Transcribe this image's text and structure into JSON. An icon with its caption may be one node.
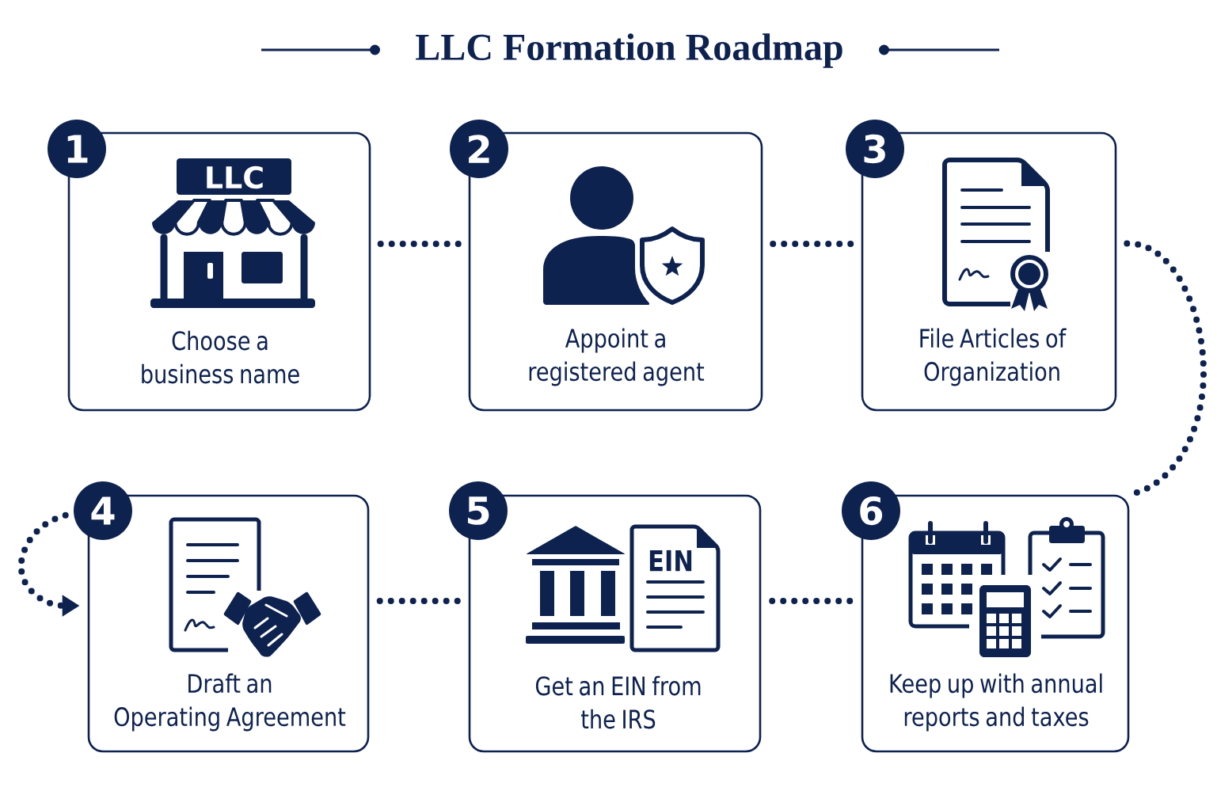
{
  "diagram": {
    "title": "LLC Formation Roadmap",
    "nodes": [
      {
        "text": [
          "1",
          "LLC",
          "Choose a business name"
        ]
      },
      {
        "text": [
          "2",
          "Appoint a registered agent"
        ]
      },
      {
        "text": [
          "3",
          "File Articles of Organization"
        ]
      },
      {
        "text": [
          "4",
          "Draft an Operating Agreement"
        ]
      },
      {
        "text": [
          "5",
          "EIN",
          "Get an EIN from the IRS"
        ]
      },
      {
        "text": [
          "6",
          "Keep up with annual reports and taxes"
        ]
      }
    ],
    "edges": [
      {
        "from": 0,
        "to": 1,
        "arrow": "none"
      },
      {
        "from": 1,
        "to": 2,
        "arrow": "none"
      },
      {
        "from": 2,
        "to": 5,
        "arrow": "none"
      },
      {
        "from": 3,
        "to": 3,
        "arrow": "to"
      },
      {
        "from": 3,
        "to": 4,
        "arrow": "none"
      },
      {
        "from": 4,
        "to": 5,
        "arrow": "none"
      }
    ]
  }
}
